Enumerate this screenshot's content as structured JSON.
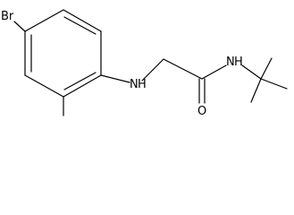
{
  "molecule": {
    "atoms": {
      "bromine": "Br",
      "amine_nitrogen": "H",
      "amide_nitrogen": "H",
      "amine_n_letter": "N",
      "amide_n_letter": "N",
      "oxygen": "O"
    }
  }
}
